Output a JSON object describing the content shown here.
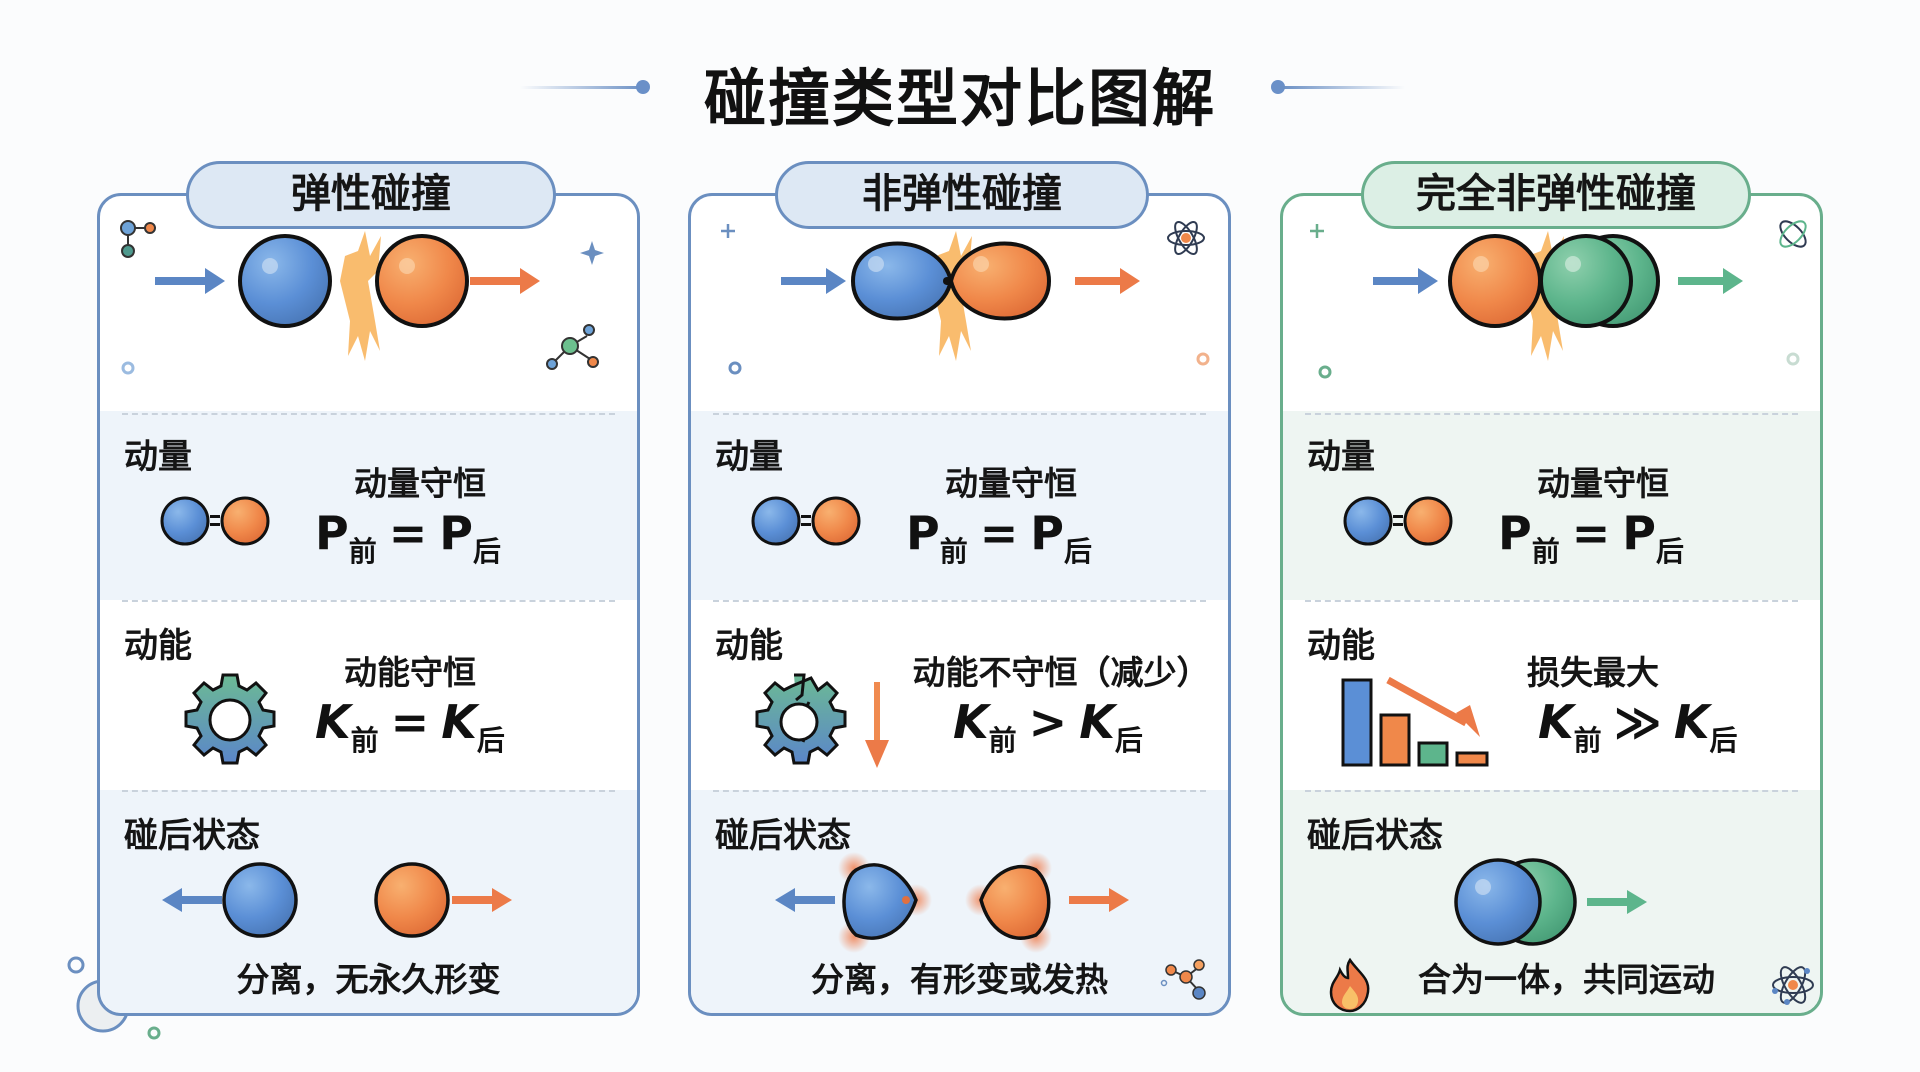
{
  "title": "碰撞类型对比图解",
  "colors": {
    "blue_ball": "#5b8fd6",
    "orange_ball": "#f0884a",
    "green_ball": "#5db58c",
    "blue_border": "#6b8fc0",
    "green_border": "#69ae8c",
    "burst": "#f8b55e"
  },
  "cards": [
    {
      "header": "弹性碰撞",
      "theme": "blue",
      "momentum": {
        "label": "动量",
        "title": "动量守恒",
        "formula": {
          "lhs": "P",
          "lhs_sub": "前",
          "op": "=",
          "rhs": "P",
          "rhs_sub": "后"
        }
      },
      "energy": {
        "label": "动能",
        "title": "动能守恒",
        "formula": {
          "lhs": "K",
          "lhs_sub": "前",
          "op": "=",
          "rhs": "K",
          "rhs_sub": "后"
        },
        "icon": "gear-icon"
      },
      "after": {
        "label": "碰后状态",
        "caption": "分离，无永久形变"
      }
    },
    {
      "header": "非弹性碰撞",
      "theme": "blue",
      "momentum": {
        "label": "动量",
        "title": "动量守恒",
        "formula": {
          "lhs": "P",
          "lhs_sub": "前",
          "op": "=",
          "rhs": "P",
          "rhs_sub": "后"
        }
      },
      "energy": {
        "label": "动能",
        "title": "动能不守恒（减少）",
        "formula": {
          "lhs": "K",
          "lhs_sub": "前",
          "op": ">",
          "rhs": "K",
          "rhs_sub": "后"
        },
        "icon": "broken-gear-icon"
      },
      "after": {
        "label": "碰后状态",
        "caption": "分离，有形变或发热"
      }
    },
    {
      "header": "完全非弹性碰撞",
      "theme": "green",
      "momentum": {
        "label": "动量",
        "title": "动量守恒",
        "formula": {
          "lhs": "P",
          "lhs_sub": "前",
          "op": "=",
          "rhs": "P",
          "rhs_sub": "后"
        }
      },
      "energy": {
        "label": "动能",
        "title": "损失最大",
        "formula": {
          "lhs": "K",
          "lhs_sub": "前",
          "op": "≫",
          "rhs": "K",
          "rhs_sub": "后"
        },
        "icon": "bar-chart-decrease-icon"
      },
      "after": {
        "label": "碰后状态",
        "caption": "合为一体，共同运动"
      }
    }
  ]
}
